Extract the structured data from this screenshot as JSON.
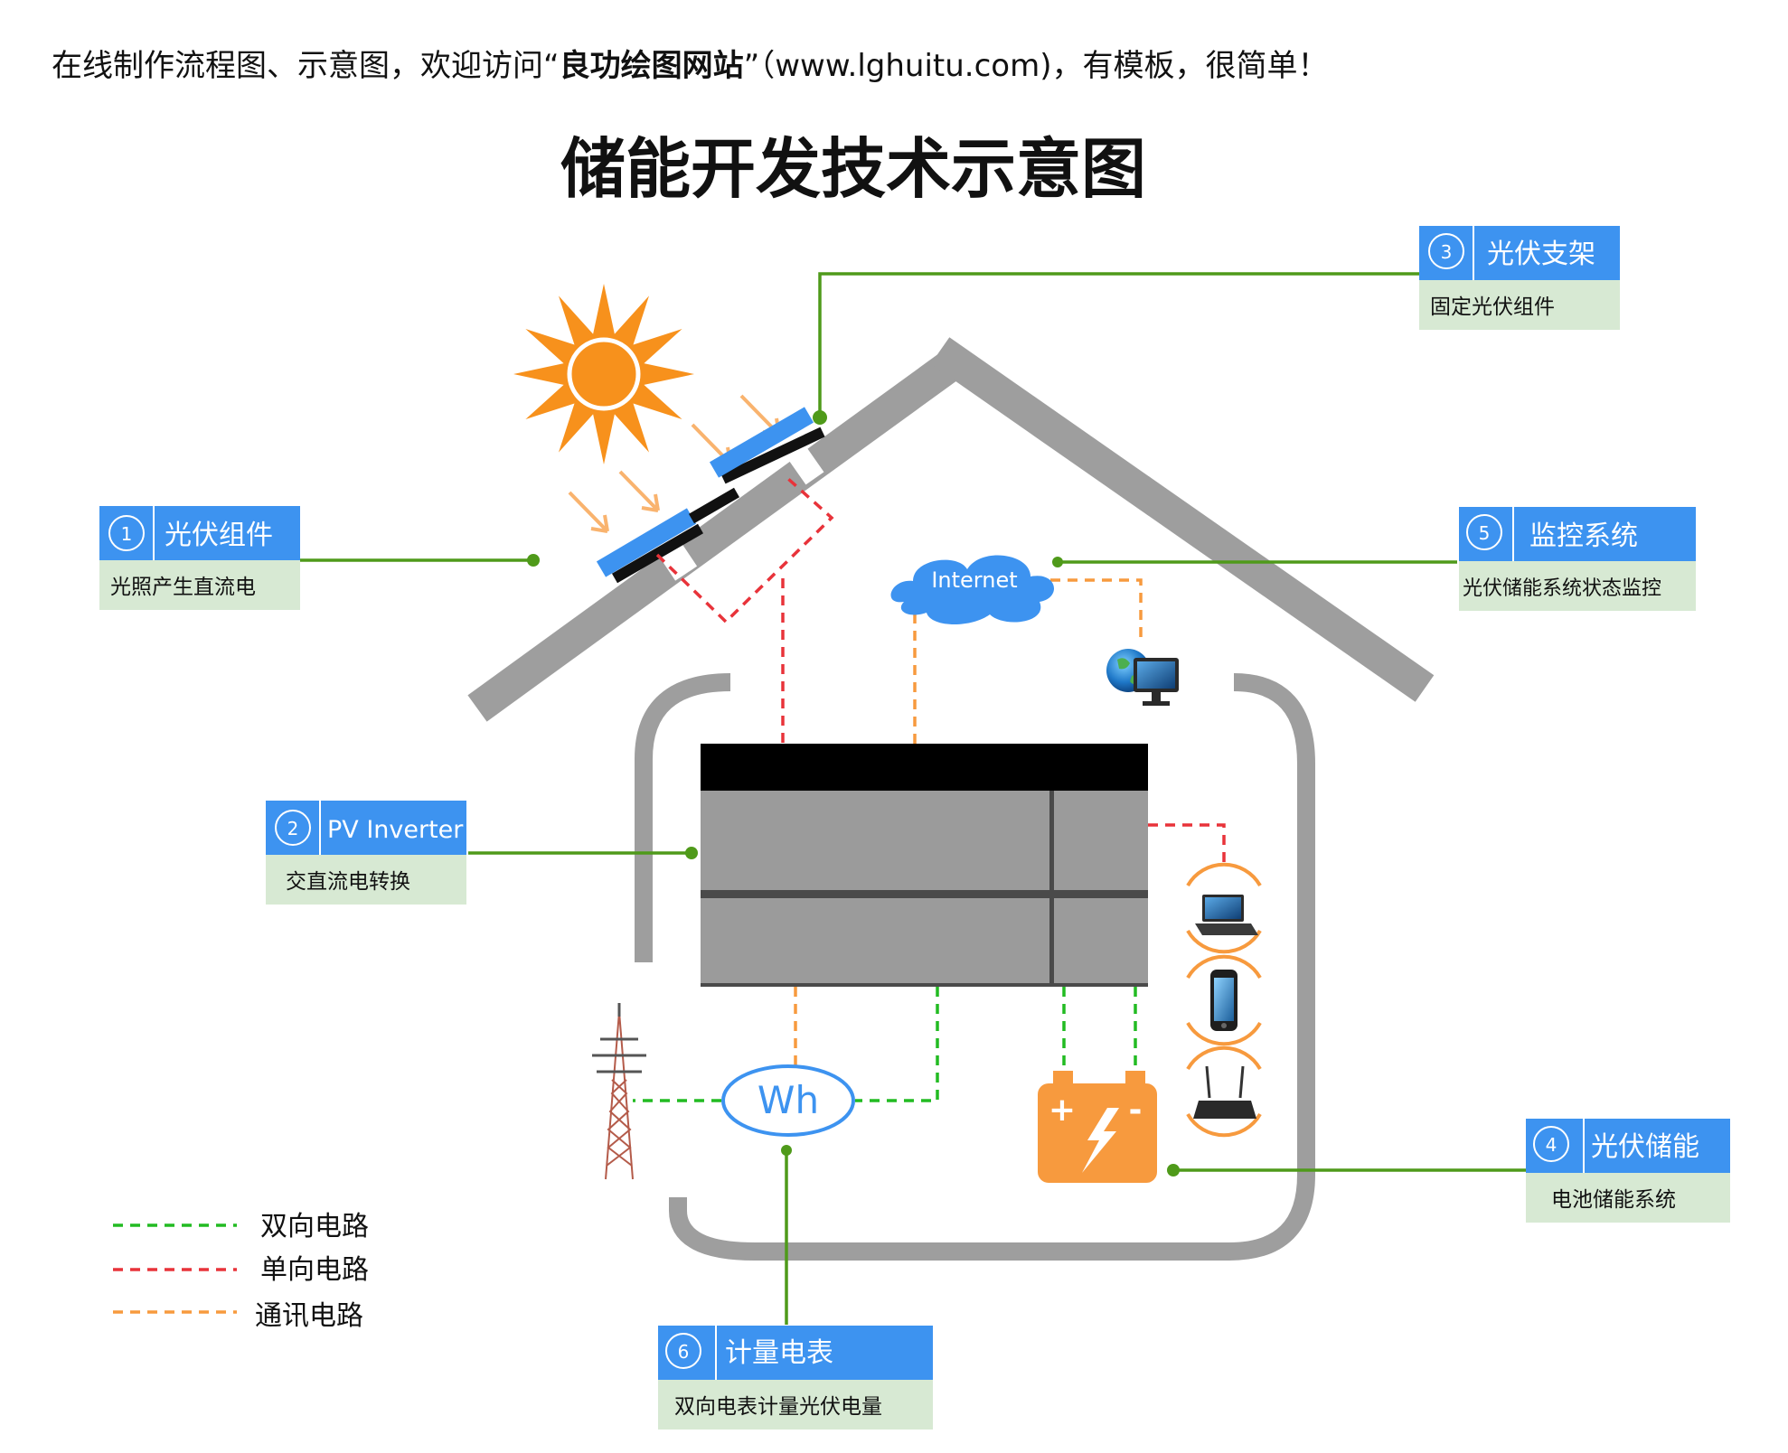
{
  "header": {
    "text_before": "在线制作流程图、示意图，欢迎访问“",
    "site_name": "良功绘图网站",
    "text_after": "”（www.lghuitu.com)，有模板，很简单！"
  },
  "title": "储能开发技术示意图",
  "callouts": [
    {
      "num": "1",
      "title": "光伏组件",
      "desc": "光照产生直流电"
    },
    {
      "num": "2",
      "title": "PV Inverter",
      "desc": "交直流电转换"
    },
    {
      "num": "3",
      "title": "光伏支架",
      "desc": "固定光伏组件"
    },
    {
      "num": "4",
      "title": "光伏储能",
      "desc": "电池储能系统"
    },
    {
      "num": "5",
      "title": "监控系统",
      "desc": "光伏储能系统状态监控"
    },
    {
      "num": "6",
      "title": "计量电表",
      "desc": "双向电表计量光伏电量"
    }
  ],
  "cloud_label": "Internet",
  "meter_label": "Wh",
  "battery": {
    "plus": "+",
    "minus": "-"
  },
  "legend": [
    {
      "label": "双向电路",
      "color": "#22bb22"
    },
    {
      "label": "单向电路",
      "color": "#e8333a"
    },
    {
      "label": "通讯电路",
      "color": "#f79a3e"
    }
  ],
  "colors": {
    "callout_header": "#3d93f0",
    "callout_body": "#d7e9d3",
    "leader": "#4f9a1a",
    "roof": "#9e9e9e",
    "sun": "#f7911c",
    "panel": "#3d93f0",
    "battery": "#f79a3e"
  },
  "icons": [
    "sun-icon",
    "solar-panel-icon",
    "cloud-icon",
    "globe-monitor-icon",
    "transmission-tower-icon",
    "laptop-icon",
    "smartphone-icon",
    "router-icon",
    "battery-icon"
  ]
}
